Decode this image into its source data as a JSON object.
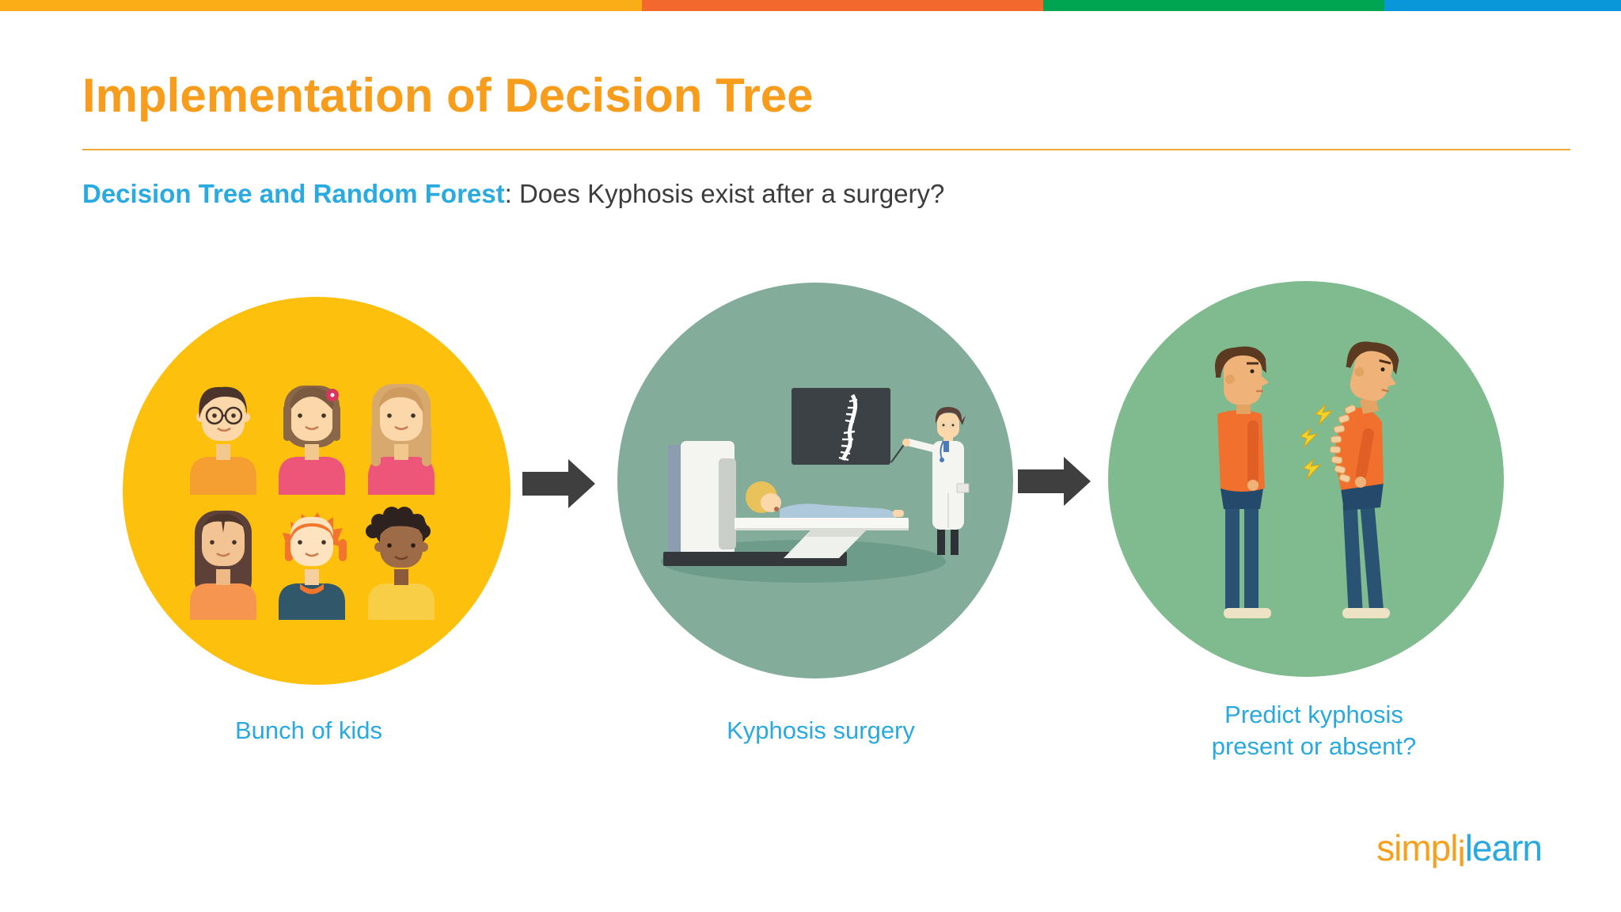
{
  "top_bar": {
    "segments": [
      {
        "name": "yellow",
        "color": "#FBAD18"
      },
      {
        "name": "orange",
        "color": "#F2682D"
      },
      {
        "name": "green",
        "color": "#00A551"
      },
      {
        "name": "blue",
        "color": "#0A97D9"
      }
    ]
  },
  "header": {
    "title": "Implementation of Decision Tree",
    "title_color": "#F89C1C",
    "divider_color": "#F0A73C"
  },
  "subtitle": {
    "highlight": "Decision Tree and Random Forest",
    "rest": ": Does Kyphosis exist after a surgery?",
    "highlight_color": "#29ABE2",
    "text_color": "#3C3C3C"
  },
  "steps": [
    {
      "label": "Bunch of kids",
      "circle_color": "#FDC00D",
      "illustration": "six-kids-avatars"
    },
    {
      "label": "Kyphosis surgery",
      "circle_color": "#84AC9B",
      "illustration": "xray-scanner-patient-doctor-scene"
    },
    {
      "label": "Predict kyphosis present or absent?",
      "label_lines": [
        "Predict kyphosis",
        "present or absent?"
      ],
      "circle_color": "#7FBB8E",
      "illustration": "straight-vs-kyphosis-posture-men"
    }
  ],
  "label_color": "#29A9E0",
  "arrow_color": "#3F3F3F",
  "logo": {
    "part1": "simpl",
    "part2": "i",
    "part3": "learn",
    "orange": "#F7A01D",
    "blue": "#29A9E0"
  }
}
